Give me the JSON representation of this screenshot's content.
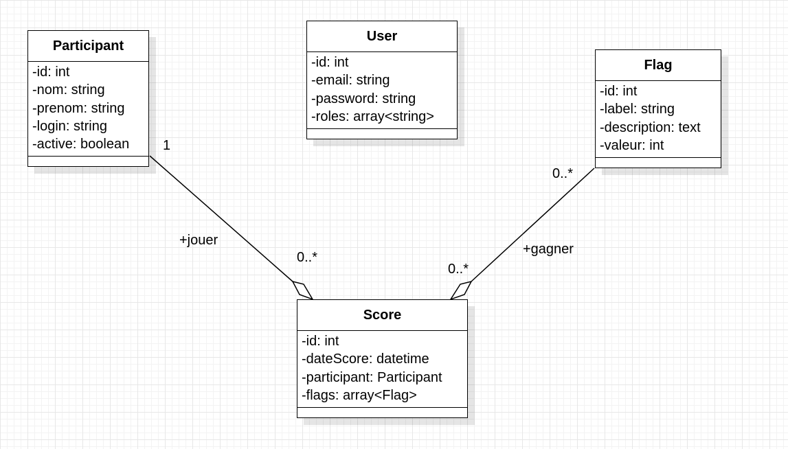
{
  "classes": {
    "participant": {
      "name": "Participant",
      "attributes": [
        "-id: int",
        "-nom: string",
        "-prenom: string",
        "-login: string",
        "-active: boolean"
      ]
    },
    "user": {
      "name": "User",
      "attributes": [
        "-id: int",
        "-email: string",
        "-password: string",
        "-roles: array<string>"
      ]
    },
    "flag": {
      "name": "Flag",
      "attributes": [
        "-id: int",
        "-label: string",
        "-description: text",
        "-valeur: int"
      ]
    },
    "score": {
      "name": "Score",
      "attributes": [
        "-id: int",
        "-dateScore: datetime",
        "-participant: Participant",
        "-flags: array<Flag>"
      ]
    }
  },
  "associations": {
    "jouer": {
      "label": "+jouer",
      "source_multiplicity": "1",
      "target_multiplicity": "0..*"
    },
    "gagner": {
      "label": "+gagner",
      "source_multiplicity": "0..*",
      "target_multiplicity": "0..*"
    }
  },
  "colors": {
    "line": "#000000",
    "box_fill": "#ffffff"
  }
}
